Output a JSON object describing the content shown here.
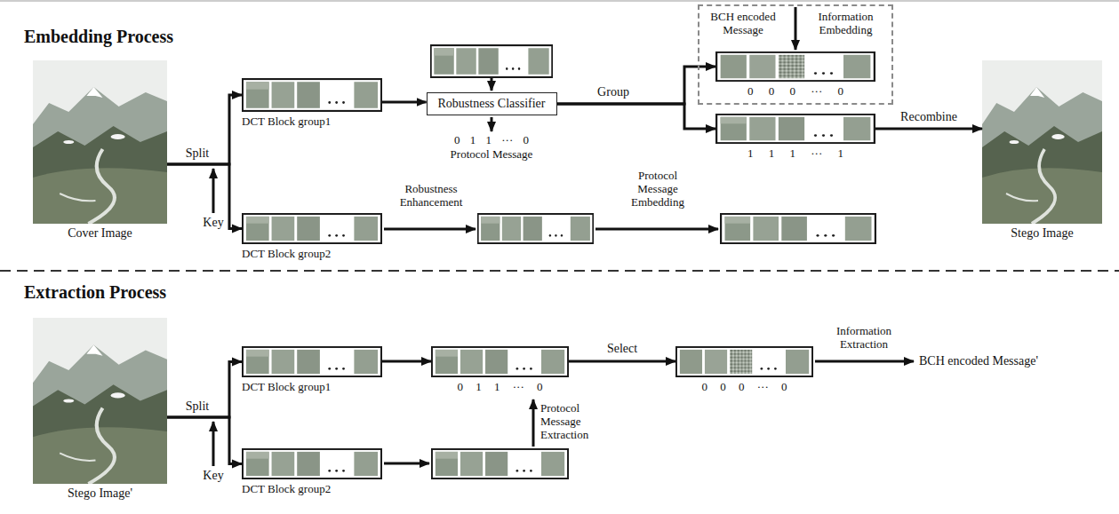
{
  "diagram": {
    "nodes": [
      {
        "text": [
          "Cover Image"
        ]
      },
      {
        "text": [
          "DCT Block group1"
        ]
      },
      {
        "text": [
          "DCT Block group2"
        ]
      },
      {
        "text": [
          "Robustness Classifier"
        ]
      },
      {
        "text": [
          "BCH encoded Message",
          "Information Embedding"
        ]
      },
      {
        "text": [
          "0 0 0 ··· 0"
        ],
        "in": 4
      },
      {
        "text": [
          "1 1 1 ··· 1"
        ]
      },
      {
        "text": [
          "Stego Image"
        ]
      },
      {
        "text": [
          "Stego Image'"
        ]
      },
      {
        "text": [
          "DCT Block group1"
        ]
      },
      {
        "text": [
          "DCT Block group2"
        ]
      },
      {
        "text": [
          "0 1 1 ··· 0"
        ]
      },
      {
        "text": [
          "0 0 0 ··· 0"
        ]
      }
    ],
    "edges": [
      {
        "from": 0,
        "to": 1,
        "arrow": "to",
        "label": "Split"
      },
      {
        "from": 0,
        "to": 2,
        "arrow": "to"
      },
      {
        "from": 1,
        "to": 3,
        "arrow": "to"
      },
      {
        "from": 3,
        "to": 5,
        "arrow": "to",
        "label": "Group"
      },
      {
        "from": 3,
        "to": 6,
        "arrow": "to"
      },
      {
        "from": 6,
        "to": 7,
        "arrow": "to",
        "label": "Recombine"
      },
      {
        "from": 8,
        "to": 9,
        "arrow": "to",
        "label": "Split"
      },
      {
        "from": 8,
        "to": 10,
        "arrow": "to"
      },
      {
        "from": 9,
        "to": 11,
        "arrow": "to"
      },
      {
        "from": 11,
        "to": 12,
        "arrow": "to",
        "label": "Select"
      }
    ],
    "labels": [
      "Embedding Process",
      "Key",
      "0 1 1 ··· 0",
      "Protocol Message",
      "Robustness Enhancement",
      "Protocol Message Embedding",
      "Extraction Process",
      "Key",
      "Protocol Message Extraction",
      "Information Extraction",
      "BCH encoded Message'"
    ]
  }
}
